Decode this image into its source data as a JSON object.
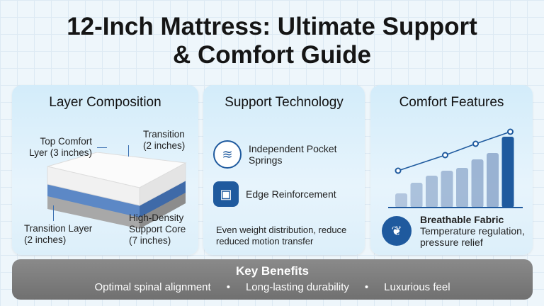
{
  "title": {
    "line1": "12-Inch Mattress: Ultimate Support",
    "line2": "& Comfort Guide"
  },
  "layer": {
    "heading": "Layer Composition",
    "top_comfort": [
      "Top Comfort",
      "Lyer (3 inches)"
    ],
    "transition_top": [
      "Transition",
      "(2 inches)"
    ],
    "transition_layer": [
      "Transition Layer",
      "(2 inches)"
    ],
    "core": [
      "High-Density",
      "Support Core",
      "(7 inches)"
    ]
  },
  "support": {
    "heading": "Support Technology",
    "items": [
      {
        "label1": "Independent Pocket",
        "label2": "Springs",
        "icon": "springs-icon"
      },
      {
        "label1": "Edge Reinforcement",
        "icon": "edge-icon"
      }
    ],
    "note1": "Even weight distribution, reduce",
    "note2": "reduced motion transfer"
  },
  "comfort": {
    "heading": "Comfort Features",
    "bars": [
      0.2,
      0.35,
      0.45,
      0.52,
      0.56,
      0.68,
      0.77,
      1.0
    ],
    "line": [
      0.4,
      0.62,
      0.78,
      0.95
    ],
    "feature_title": "Breathable Fabric",
    "feature_desc1": "Temperature regulation,",
    "feature_desc2": "pressure relief",
    "accent": "#1f5a9e"
  },
  "benefits": {
    "heading": "Key Benefits",
    "items": [
      "Optimal spinal alignment",
      "Long-lasting durability",
      "Luxurious feel"
    ]
  }
}
